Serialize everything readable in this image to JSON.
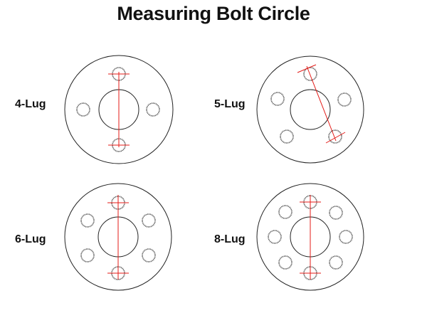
{
  "title": "Measuring Bolt Circle",
  "colors": {
    "outline": "#222222",
    "hole": "#555555",
    "measure_line": "#e41b17"
  },
  "wheels": [
    {
      "label": "4-Lug",
      "lug_count": 4,
      "measure": "hole-center-to-hole-center"
    },
    {
      "label": "5-Lug",
      "lug_count": 5,
      "measure": "hole-center-to-far-edge-of-hole"
    },
    {
      "label": "6-Lug",
      "lug_count": 6,
      "measure": "hole-center-to-hole-center"
    },
    {
      "label": "8-Lug",
      "lug_count": 8,
      "measure": "hole-center-to-hole-center"
    }
  ]
}
